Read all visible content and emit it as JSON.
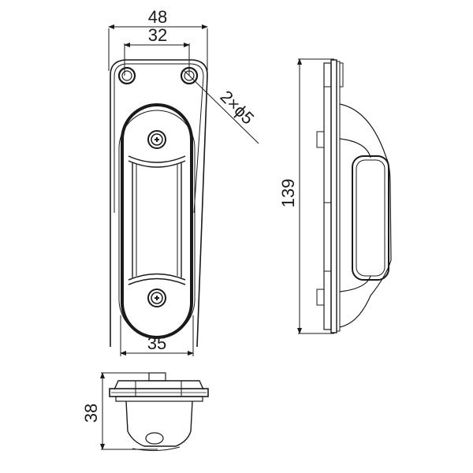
{
  "drawing": {
    "subject": "flush pull handle",
    "views": {
      "front": {
        "dimensions": {
          "overall_width": "48",
          "hole_spacing": "32",
          "holes_callout": "2×ϕ5",
          "recess_width": "35"
        }
      },
      "side": {
        "dimensions": {
          "overall_height": "139"
        }
      },
      "bottom": {
        "dimensions": {
          "depth": "38"
        }
      }
    },
    "colors": {
      "line": "#1a1a1a",
      "background": "#ffffff"
    }
  }
}
